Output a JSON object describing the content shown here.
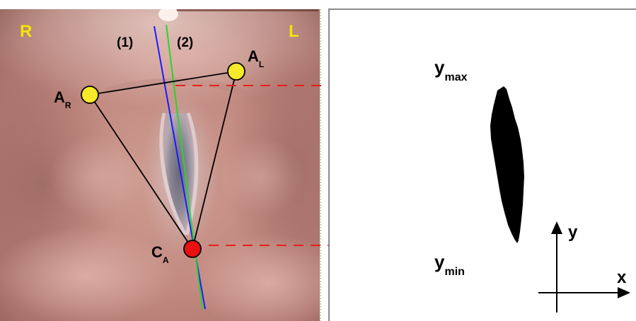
{
  "left_panel": {
    "corner_right": "R",
    "corner_left": "L",
    "line1_label": "(1)",
    "line2_label": "(2)",
    "point_ar": {
      "main": "A",
      "sub": "R"
    },
    "point_al": {
      "main": "A",
      "sub": "L"
    },
    "point_ca": {
      "main": "C",
      "sub": "A"
    }
  },
  "right_panel": {
    "ymax": {
      "main": "y",
      "sub": "max"
    },
    "ymin": {
      "main": "y",
      "sub": "min"
    },
    "axis_x_label": "x",
    "axis_y_label": "y"
  },
  "colors": {
    "corner_letters": "#f2e600",
    "landmark_yellow": "#f5e92a",
    "landmark_red": "#e81010",
    "line1": "#1a1aff",
    "line2": "#2bd42b",
    "dashed": "#e82020",
    "triangle": "#000000",
    "silhouette": "#000000"
  }
}
